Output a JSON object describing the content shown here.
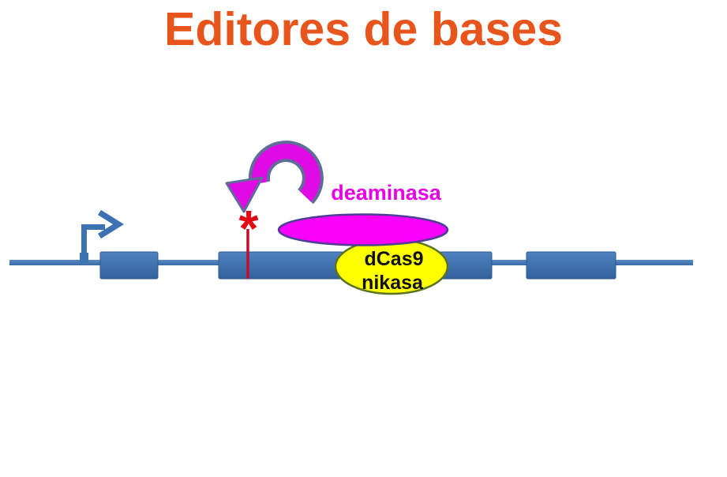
{
  "slide": {
    "title": "Editores de bases",
    "background": "#FFFFFF"
  },
  "diagram": {
    "deaminase_label": "deaminasa",
    "protein_label_line1": "dCas9",
    "protein_label_line2": "nikasa",
    "mutation_marker": "*",
    "gene": {
      "exon_count": 3,
      "has_promoter_arrow": true,
      "mutation_site": "inside second exon"
    },
    "colors": {
      "title_orange": "#E7551C",
      "dna_blue": "#3E74B5",
      "dna_blue_dark": "#2E5A90",
      "dna_blue_light": "#5587C4",
      "deaminase_magenta": "#F900FB",
      "deaminase_outline": "#4E3D94",
      "arrow_magenta": "#DF0AE4",
      "arrow_outline": "#5F6B99",
      "protein_yellow": "#FFFF00",
      "protein_outline": "#5C7323",
      "marker_red": "#E30613",
      "marker_line_red": "#C00E2F",
      "label_black": "#111111",
      "label_magenta": "#E500E5"
    }
  }
}
